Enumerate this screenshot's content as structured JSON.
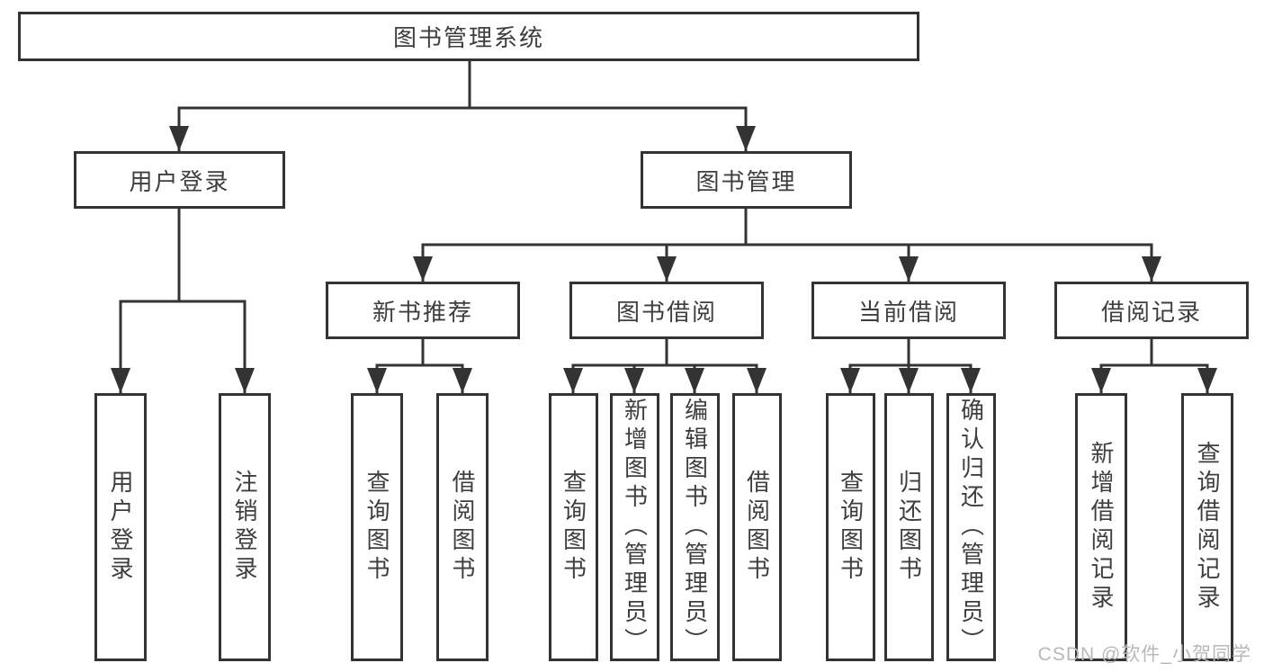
{
  "colors": {
    "line": "#333333",
    "box_border": "#333333",
    "text": "#3e3e3e",
    "background": "#ffffff",
    "watermark_text_color": "#b8b8b8"
  },
  "watermark": {
    "text": "CSDN @软件_小贺同学"
  },
  "tree": {
    "root": {
      "label": "图书管理系统",
      "children": [
        {
          "label": "用户登录",
          "children": [
            {
              "label": "用户登录"
            },
            {
              "label": "注销登录"
            }
          ]
        },
        {
          "label": "图书管理",
          "children": [
            {
              "label": "新书推荐",
              "children": [
                {
                  "label": "查询图书"
                },
                {
                  "label": "借阅图书"
                }
              ]
            },
            {
              "label": "图书借阅",
              "children": [
                {
                  "label": "查询图书"
                },
                {
                  "label": "新增图书（管理员）"
                },
                {
                  "label": "编辑图书（管理员）"
                },
                {
                  "label": "借阅图书"
                }
              ]
            },
            {
              "label": "当前借阅",
              "children": [
                {
                  "label": "查询图书"
                },
                {
                  "label": "归还图书"
                },
                {
                  "label": "确认归还（管理员）"
                }
              ]
            },
            {
              "label": "借阅记录",
              "children": [
                {
                  "label": "新增借阅记录"
                },
                {
                  "label": "查询借阅记录"
                }
              ]
            }
          ]
        }
      ]
    }
  }
}
